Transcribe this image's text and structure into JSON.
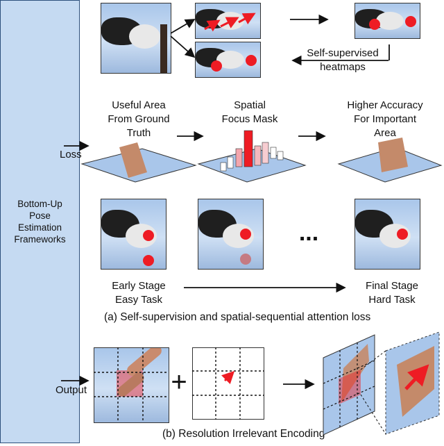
{
  "framework": {
    "label": "Bottom-Up\nPose\nEstimation\nFrameworks"
  },
  "top": {
    "self_supervised_label": "Self-supervised\nheatmaps"
  },
  "loss_row": {
    "input_label": "Loss",
    "stage1": "Useful Area\nFrom Ground\nTruth",
    "stage2": "Spatial\nFocus Mask",
    "stage3": "Higher Accuracy\nFor Important\nArea"
  },
  "sequence_row": {
    "ellipsis": "...",
    "early": "Early Stage\nEasy Task",
    "final": "Final Stage\nHard Task"
  },
  "captions": {
    "a": "(a) Self-supervision and spatial-sequential attention loss",
    "b": "(b) Resolution Irrelevant Encoding"
  },
  "output_row": {
    "input_label": "Output",
    "plus": "+"
  },
  "colors": {
    "framework_fill": "#c5daf2",
    "red": "#ee1c24",
    "sky": "#a9c6ea"
  }
}
